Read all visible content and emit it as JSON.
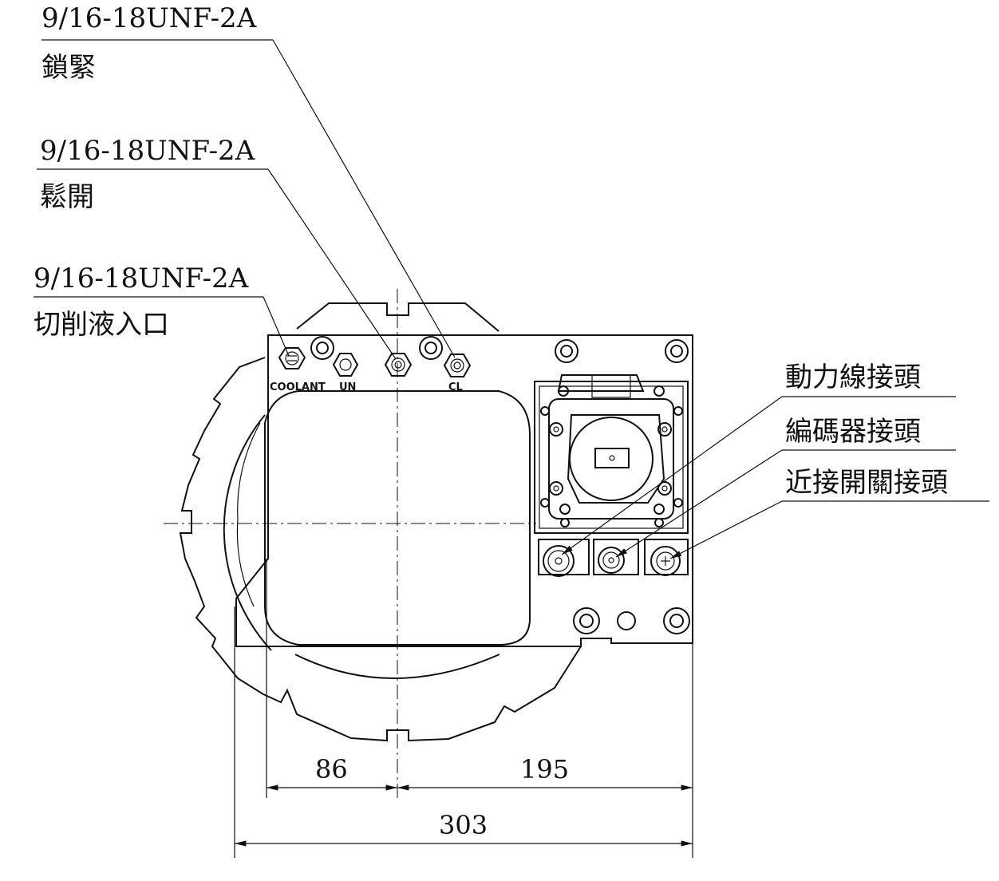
{
  "callouts": {
    "lock": {
      "thread": "9/16-18UNF-2A",
      "label": "鎖緊"
    },
    "release": {
      "thread": "9/16-18UNF-2A",
      "label": "鬆開"
    },
    "coolant": {
      "thread": "9/16-18UNF-2A",
      "label": "切削液入口"
    },
    "power_connector": {
      "label": "動力線接頭"
    },
    "encoder_connector": {
      "label": "編碼器接頭"
    },
    "proximity_connector": {
      "label": "近接開關接頭"
    }
  },
  "port_labels": {
    "coolant": "COOLANT",
    "unclamp": "UN",
    "clamp": "CL"
  },
  "dimensions": {
    "left": "86",
    "right": "195",
    "overall": "303"
  }
}
